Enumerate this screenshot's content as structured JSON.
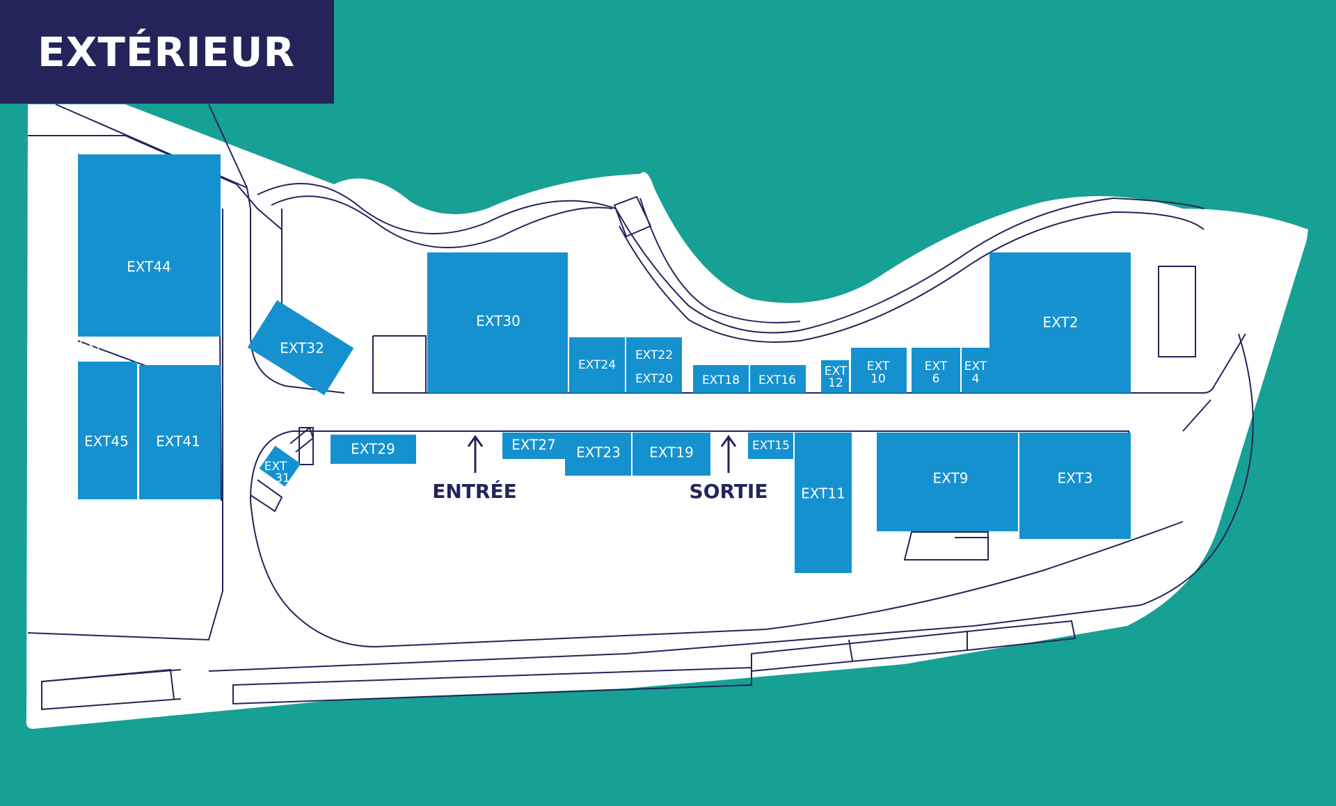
{
  "title": "EXTÉRIEUR",
  "colors": {
    "background": "#17a094",
    "ground": "#ffffff",
    "lot": "#1591cf",
    "outline": "#24235a",
    "title_bg": "#24235a"
  },
  "lots": {
    "ext44": "EXT44",
    "ext47_a": "EXT",
    "ext47_b": "47",
    "ext45": "EXT45",
    "ext41": "EXT41",
    "ext32": "EXT32",
    "ext30": "EXT30",
    "ext24": "EXT24",
    "ext22": "EXT22",
    "ext20": "EXT20",
    "ext18": "EXT18",
    "ext16": "EXT16",
    "ext12_a": "EXT",
    "ext12_b": "12",
    "ext10_a": "EXT",
    "ext10_b": "10",
    "ext6_a": "EXT",
    "ext6_b": "6",
    "ext4_a": "EXT",
    "ext4_b": "4",
    "ext2": "EXT2",
    "ext31_a": "EXT",
    "ext31_b": "31",
    "ext29": "EXT29",
    "ext27": "EXT27",
    "ext23": "EXT23",
    "ext19": "EXT19",
    "ext15": "EXT15",
    "ext11": "EXT11",
    "ext9": "EXT9",
    "ext3": "EXT3"
  },
  "signs": {
    "entry": "ENTRÉE",
    "exit": "SORTIE"
  }
}
